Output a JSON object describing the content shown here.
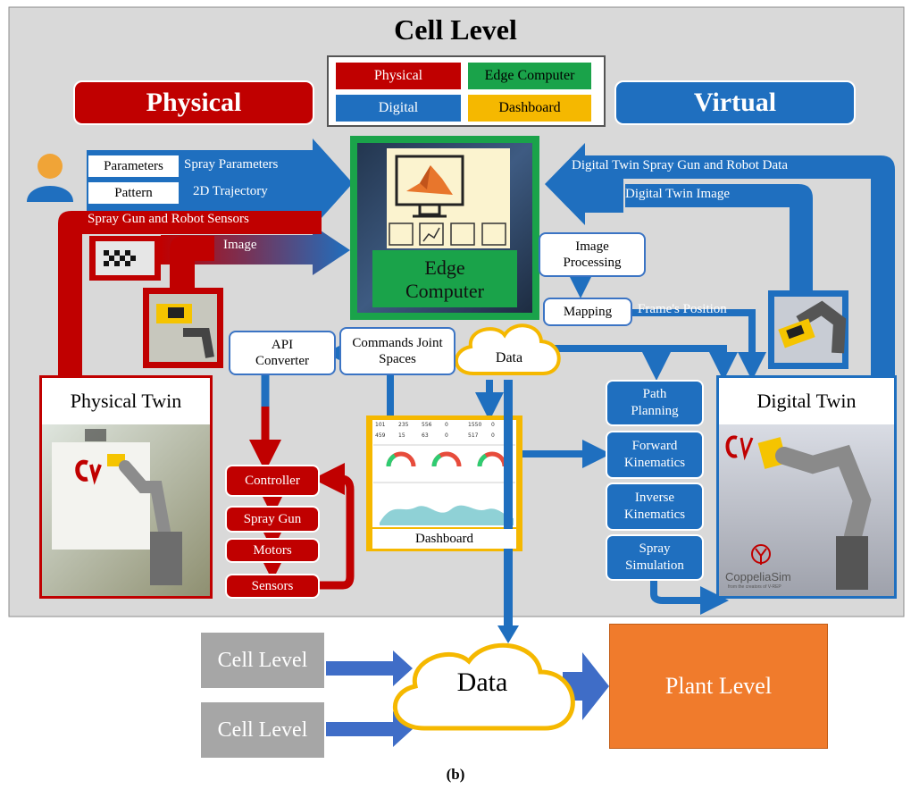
{
  "title": "Cell Level",
  "legend": [
    {
      "label": "Physical",
      "color": "#c00000"
    },
    {
      "label": "Edge Computer",
      "color": "#1aa34a"
    },
    {
      "label": "Digital",
      "color": "#1f6fbf"
    },
    {
      "label": "Dashboard",
      "color": "#f5b800"
    }
  ],
  "headers": {
    "physical": "Physical",
    "virtual": "Virtual"
  },
  "inputs": {
    "parameters": "Parameters",
    "pattern": "Pattern",
    "spray_parameters": "Spray Parameters",
    "trajectory": "2D Trajectory",
    "sensors_link": "Spray Gun and Robot Sensors",
    "image_link": "Image"
  },
  "edge": {
    "line1": "Edge",
    "line2": "Computer"
  },
  "digital_data": {
    "spray_data": "Digital Twin Spray Gun and Robot Data",
    "image": "Digital Twin Image"
  },
  "processing": {
    "image_processing": "Image Processing",
    "mapping": "Mapping",
    "frames_position": "Frame's Position"
  },
  "api": {
    "label": "API Converter"
  },
  "commands": {
    "label": "Commands Joint Spaces"
  },
  "cloud_small": "Data",
  "physical_twin": {
    "title": "Physical Twin"
  },
  "digital_twin": {
    "title": "Digital Twin",
    "sim_logo": "CoppeliaSim",
    "sim_tagline": "from the creators of V-REP"
  },
  "control_loop": [
    "Controller",
    "Spray Gun",
    "Motors",
    "Sensors"
  ],
  "dashboard": {
    "label": "Dashboard",
    "stats": [
      "101",
      "235",
      "556",
      "0",
      "1550",
      "0",
      "459",
      "15",
      "63",
      "0",
      "517",
      "0"
    ]
  },
  "modules": [
    "Path Planning",
    "Forward Kinematics",
    "Inverse Kinematics",
    "Spray Simulation"
  ],
  "bottom": {
    "cell_a": "Cell Level",
    "cell_b": "Cell Level",
    "cloud": "Data",
    "plant": "Plant Level"
  },
  "caption": "(b)"
}
